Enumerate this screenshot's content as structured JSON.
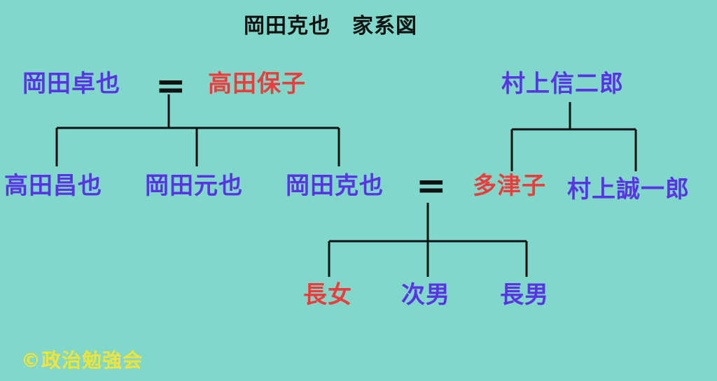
{
  "title": "岡田克也　家系図",
  "credit": "©政治勉強会",
  "marriage_symbol": "=",
  "colors": {
    "background": "#7fd8c9",
    "male": "#5a33e6",
    "female": "#ef3b3b",
    "line": "#111111",
    "credit": "#f2e437"
  },
  "people": {
    "grandfather_okada": "岡田卓也",
    "grandmother_takada": "高田保子",
    "uncle_takada_masaya": "高田昌也",
    "uncle_okada_motoya": "岡田元也",
    "okada_katsuya": "岡田克也",
    "wife_tatsuko": "多津子",
    "murakami_shinjiro": "村上信二郎",
    "murakami_seiichiro": "村上誠一郎",
    "eldest_daughter": "長女",
    "second_son": "次男",
    "eldest_son": "長男"
  }
}
